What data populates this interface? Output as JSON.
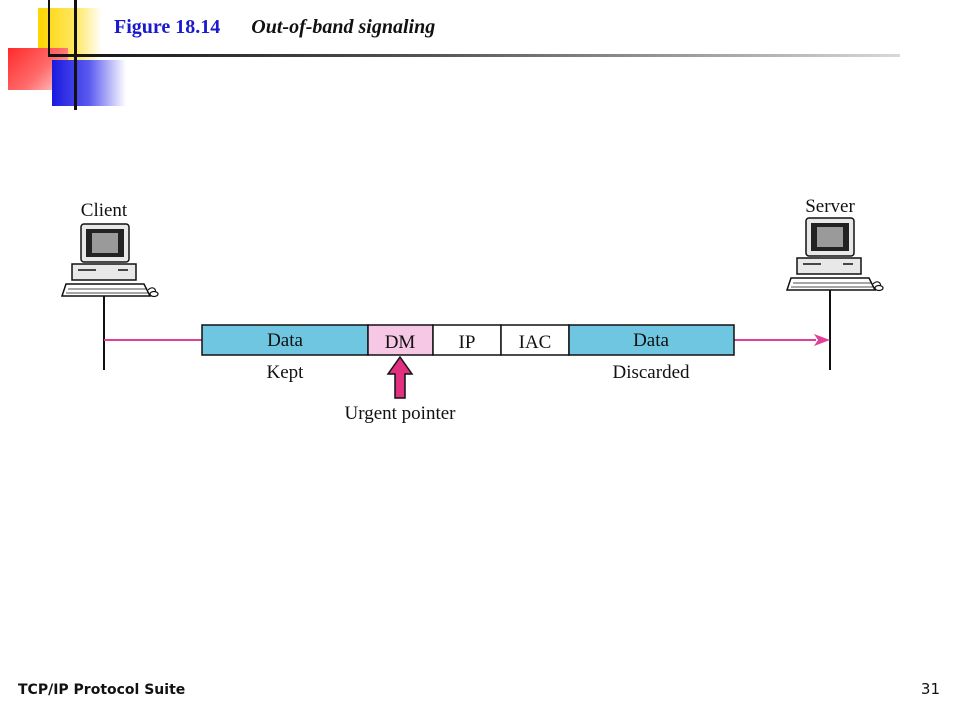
{
  "slide": {
    "figure_label": "Figure 18.14",
    "figure_caption": "Out-of-band signaling",
    "footer": "TCP/IP Protocol Suite",
    "page_number": "31"
  },
  "diagram": {
    "client_label": "Client",
    "server_label": "Server",
    "segments": [
      {
        "label": "Data",
        "fill": "#6ec6e0"
      },
      {
        "label": "DM",
        "fill": "#f7c8e6"
      },
      {
        "label": "IP",
        "fill": "#ffffff"
      },
      {
        "label": "IAC",
        "fill": "#ffffff"
      },
      {
        "label": "Data",
        "fill": "#6ec6e0"
      }
    ],
    "kept_label": "Kept",
    "discarded_label": "Discarded",
    "urgent_pointer_label": "Urgent pointer",
    "line_color": "#e0409a",
    "arrow_color": "#e0307f"
  }
}
